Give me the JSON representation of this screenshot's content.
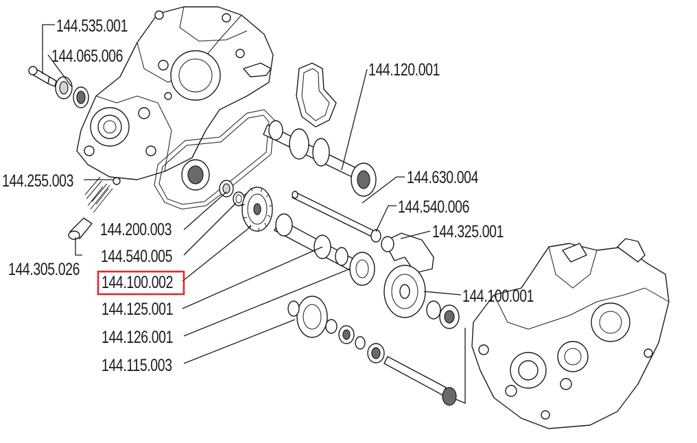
{
  "labels": {
    "l_535_001": "144.535.001",
    "l_065_006": "144.065.006",
    "l_120_001": "144.120.001",
    "l_630_004": "144.630.004",
    "l_255_003": "144.255.003",
    "l_540_006": "144.540.006",
    "l_325_001": "144.325.001",
    "l_200_003": "144.200.003",
    "l_305_026": "144.305.026",
    "l_540_005": "144.540.005",
    "l_100_002": "144.100.002",
    "l_100_001": "144.100.001",
    "l_125_001": "144.125.001",
    "l_126_001": "144.126.001",
    "l_115_003": "144.115.003"
  },
  "highlight": {
    "selected_label": "144.100.002",
    "color": "#e0282e"
  }
}
